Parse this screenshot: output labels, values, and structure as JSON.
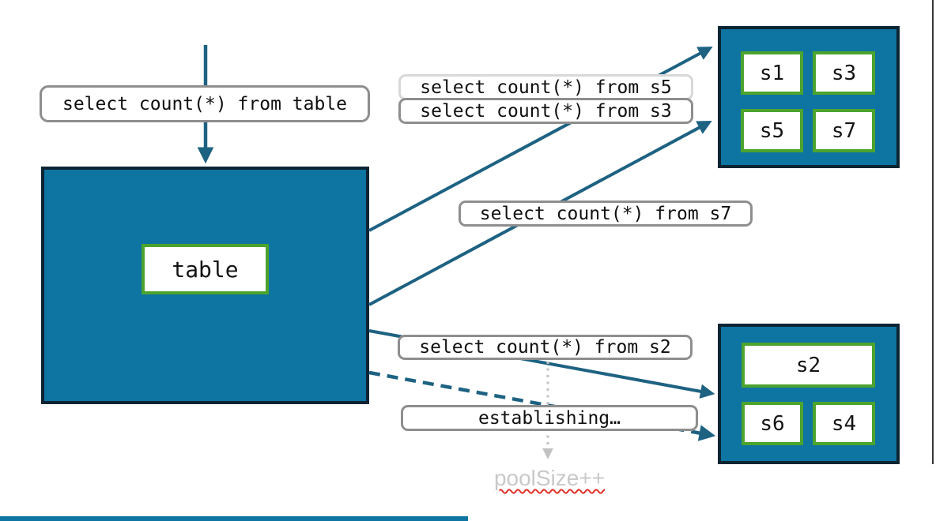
{
  "diagram": {
    "table_node": {
      "label": "table"
    },
    "queries": {
      "table": "select count(*) from table",
      "s5": "select count(*) from s5",
      "s3": "select count(*) from s3",
      "s7": "select count(*) from s7",
      "s2": "select count(*) from s2",
      "establishing": "establishing…"
    },
    "pool_note": "poolSize++",
    "shards_top": [
      "s1",
      "s3",
      "s5",
      "s7"
    ],
    "shards_bottom": [
      "s2",
      "s6",
      "s4"
    ],
    "colors": {
      "node_fill": "#0e74a2",
      "node_border": "#0d2433",
      "shard_border": "#4ca32d",
      "arrow": "#1e6282",
      "label_border": "#8e8e8e",
      "label_border_light": "#d8d8d8",
      "muted_text": "#c9c9c9",
      "spellcheck_squiggle": "#e0342b",
      "pending_arrow": "#c2c2c2"
    }
  }
}
